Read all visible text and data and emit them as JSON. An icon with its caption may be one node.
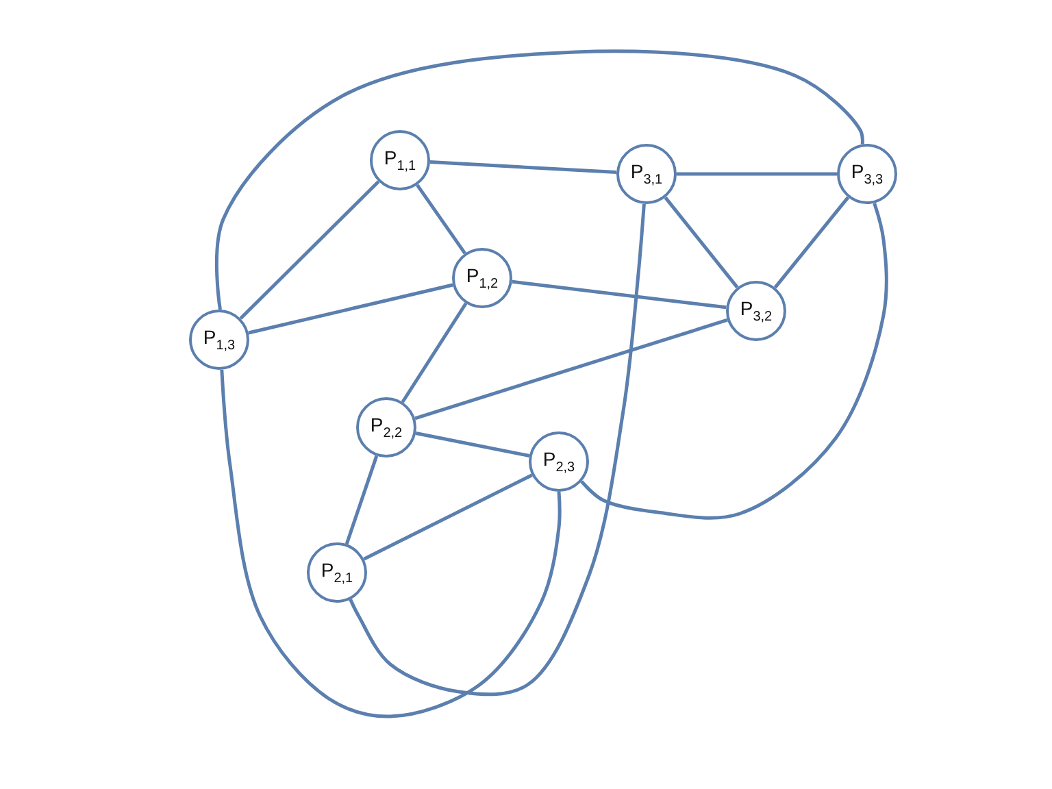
{
  "diagram": {
    "nodes": [
      {
        "text": [
          "P$_{1,1}$"
        ]
      },
      {
        "text": [
          "P$_{3,1}$"
        ]
      },
      {
        "text": [
          "P$_{3,3}$"
        ]
      },
      {
        "text": [
          "P$_{1,2}$"
        ]
      },
      {
        "text": [
          "P$_{3,2}$"
        ]
      },
      {
        "text": [
          "P$_{1,3}$"
        ]
      },
      {
        "text": [
          "P$_{2,2}$"
        ]
      },
      {
        "text": [
          "P$_{2,3}$"
        ]
      },
      {
        "text": [
          "P$_{2,1}$"
        ]
      }
    ],
    "edges": [
      {
        "from": 0,
        "to": 1,
        "arrow": "none"
      },
      {
        "from": 1,
        "to": 2,
        "arrow": "none"
      },
      {
        "from": 0,
        "to": 5,
        "arrow": "none"
      },
      {
        "from": 0,
        "to": 3,
        "arrow": "none"
      },
      {
        "from": 3,
        "to": 5,
        "arrow": "none"
      },
      {
        "from": 3,
        "to": 4,
        "arrow": "none"
      },
      {
        "from": 1,
        "to": 4,
        "arrow": "none"
      },
      {
        "from": 2,
        "to": 4,
        "arrow": "none"
      },
      {
        "from": 3,
        "to": 6,
        "arrow": "none"
      },
      {
        "from": 4,
        "to": 6,
        "arrow": "none"
      },
      {
        "from": 6,
        "to": 7,
        "arrow": "none"
      },
      {
        "from": 6,
        "to": 8,
        "arrow": "none"
      },
      {
        "from": 8,
        "to": 7,
        "arrow": "none"
      },
      {
        "from": 5,
        "to": 2,
        "arrow": "none"
      },
      {
        "from": 5,
        "to": 7,
        "arrow": "none"
      },
      {
        "from": 1,
        "to": 8,
        "arrow": "none"
      },
      {
        "from": 7,
        "to": 2,
        "arrow": "none"
      }
    ]
  }
}
